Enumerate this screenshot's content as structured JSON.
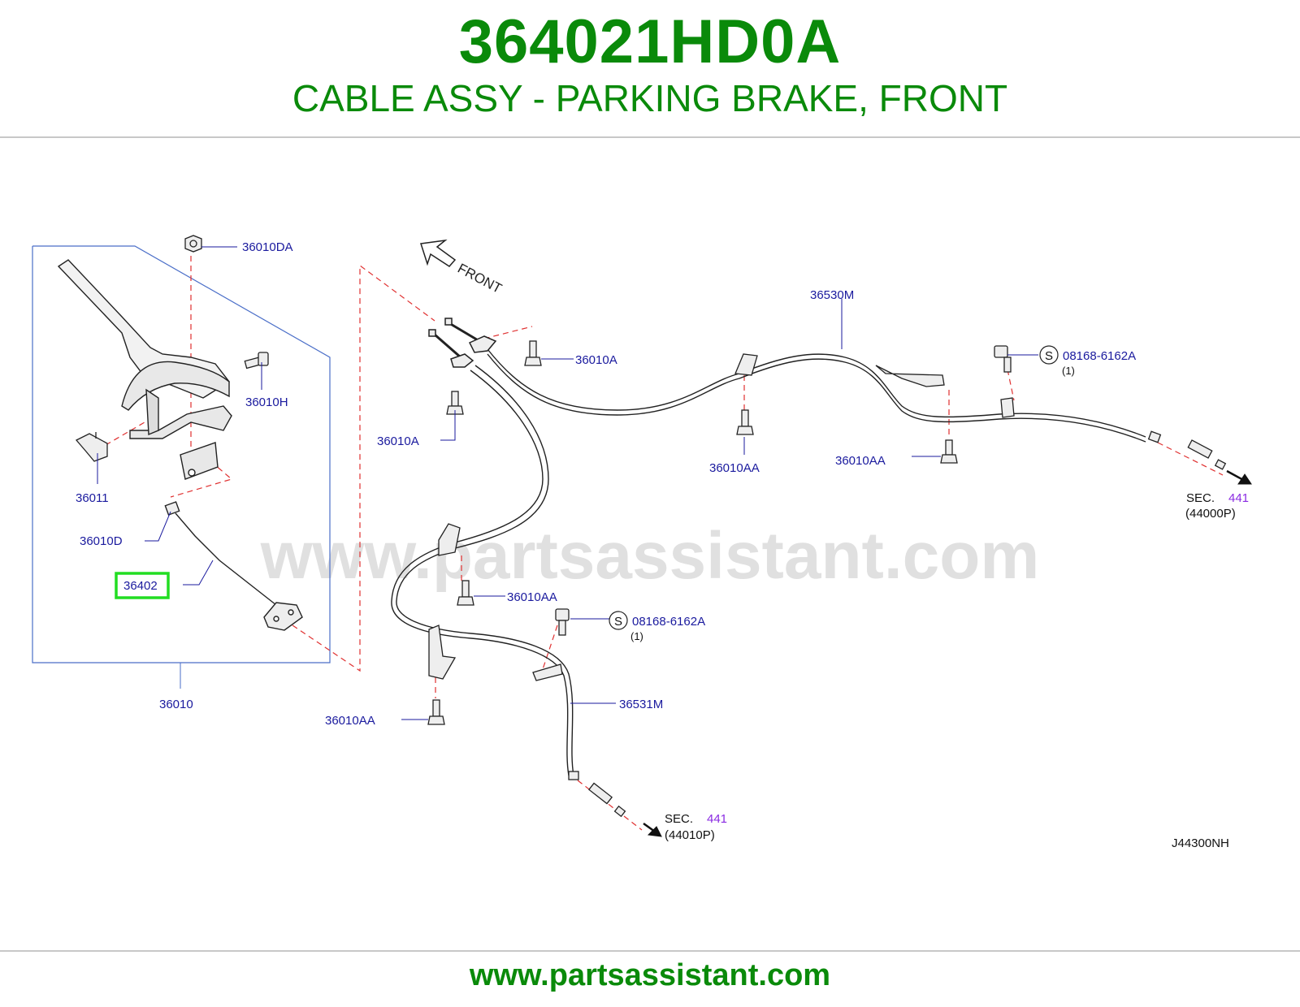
{
  "header": {
    "part_number": "364021HD0A",
    "part_title": "CABLE ASSY - PARKING BRAKE, FRONT"
  },
  "diagram": {
    "watermark": "www.partsassistant.com",
    "front_label": "FRONT",
    "diagram_code": "J44300NH",
    "labels": {
      "l_36010DA": "36010DA",
      "l_36010H": "36010H",
      "l_36011": "36011",
      "l_36010D": "36010D",
      "l_36402": "36402",
      "l_36010": "36010",
      "l_36010A_top": "36010A",
      "l_36010A_left": "36010A",
      "l_36530M": "36530M",
      "l_s_code_right": "08168-6162A",
      "l_s_qty_right": "(1)",
      "l_36010AA_mid": "36010AA",
      "l_36010AA_right": "36010AA",
      "l_sec_right": "SEC.",
      "l_sec_right_num": "441",
      "l_sec_right_ref": "(44000P)",
      "l_36010AA_center": "36010AA",
      "l_s_code_center": "08168-6162A",
      "l_s_qty_center": "(1)",
      "l_36531M": "36531M",
      "l_36010AA_bottom": "36010AA",
      "l_sec_bottom": "SEC.",
      "l_sec_bottom_num": "441",
      "l_sec_bottom_ref": "(44010P)",
      "s_symbol": "S"
    },
    "highlighted_part": "36402",
    "colors": {
      "label_blue": "#1a1a9e",
      "sec_purple": "#8a2be2",
      "highlight_green": "#22dd22",
      "dash_red": "#e03030",
      "box_blue": "#4a6ec8"
    }
  },
  "footer": {
    "website": "www.partsassistant.com"
  }
}
